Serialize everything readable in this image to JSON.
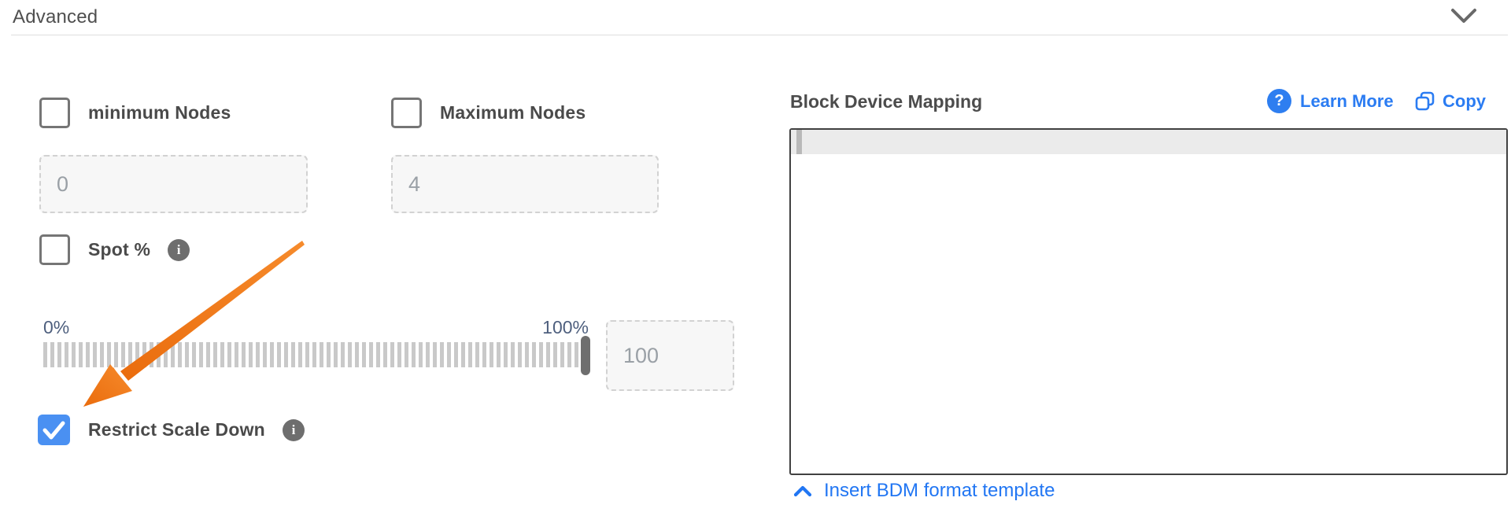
{
  "header": {
    "title": "Advanced",
    "collapse_icon": "chevron-down-icon"
  },
  "left": {
    "min_nodes": {
      "label": "minimum Nodes",
      "checked": false,
      "value": "0"
    },
    "max_nodes": {
      "label": "Maximum Nodes",
      "checked": false,
      "value": "4"
    },
    "spot": {
      "label": "Spot %",
      "checked": false,
      "info_icon": "info-icon"
    },
    "slider": {
      "min_label": "0%",
      "max_label": "100%",
      "position_pct": 100,
      "value": "100"
    },
    "restrict_scale_down": {
      "label": "Restrict Scale Down",
      "checked": true,
      "info_icon": "info-icon"
    }
  },
  "right": {
    "title": "Block Device Mapping",
    "learn_more_label": "Learn More",
    "copy_label": "Copy",
    "editor_content": "",
    "insert_template_label": "Insert BDM format template"
  },
  "annotation": {
    "type": "arrow",
    "points_to": "restrict-scale-down-checkbox",
    "color": "#f0791b"
  },
  "colors": {
    "accent_blue": "#2b7cf2",
    "checkbox_checked_blue": "#4a90f2",
    "arrow_orange": "#f0791b",
    "slider_label_blue_gray": "#4e5f7e",
    "text_dark_gray": "#4a4a4a",
    "info_icon_gray": "#6e6e6e",
    "editor_border": "#414141",
    "editor_highlight_row": "#ebebeb"
  }
}
